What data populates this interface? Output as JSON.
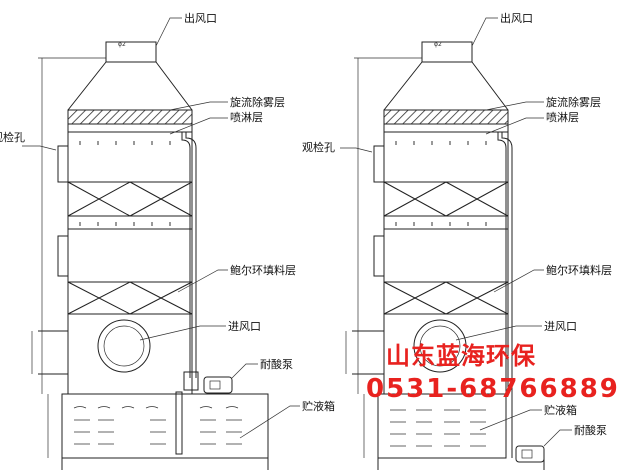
{
  "labels": {
    "outlet": "出风口",
    "mist": "旋流除雾层",
    "spray": "喷淋层",
    "inspection_left": "观检孔",
    "inspection_right": "观检孔",
    "packing_left": "鲍尔环填料层",
    "packing_right": "鲍尔环填料层",
    "inlet": "进风口",
    "pump": "耐酸泵",
    "tank": "贮液箱"
  },
  "dimensions": {
    "outlet_dia": "φ2"
  },
  "brand": {
    "name": "山东蓝海环保",
    "phone": "0531-68766889"
  },
  "colors": {
    "brand": "#e8221f",
    "line": "#222222"
  }
}
